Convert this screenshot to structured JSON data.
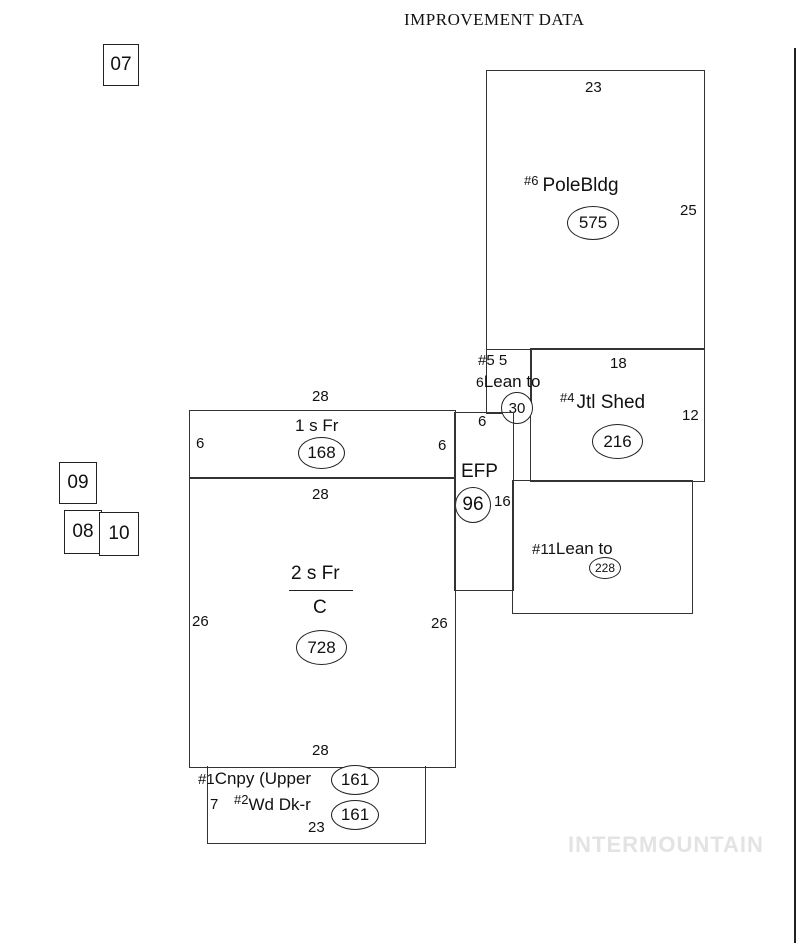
{
  "title": "IMPROVEMENT DATA",
  "tags": {
    "t07": "07",
    "t09": "09",
    "t08": "08",
    "t10": "10"
  },
  "pole_bldg": {
    "num": "#6",
    "label": "PoleBldg",
    "area": "575",
    "dim_top": "23",
    "dim_right": "25"
  },
  "lean_to_5": {
    "num": "#5",
    "dim_a": "5",
    "dim_b": "6",
    "label": "Lean to",
    "area": "30",
    "dim_c": "6"
  },
  "util_shed": {
    "num": "#4",
    "label": "Jtl Shed",
    "area": "216",
    "dim_top": "18",
    "dim_right": "12"
  },
  "one_story": {
    "label": "1 s Fr",
    "area": "168",
    "dim_top": "28",
    "dim_left": "6",
    "dim_right": "6"
  },
  "efp": {
    "label": "EFP",
    "area": "96",
    "dim_right": "16"
  },
  "lean_to_11": {
    "num": "#11",
    "label": "Lean to",
    "area": "228"
  },
  "two_story": {
    "label": "2 s Fr",
    "sublabel": "C",
    "area": "728",
    "dim_top": "28",
    "dim_left": "26",
    "dim_right": "26",
    "dim_bottom": "28"
  },
  "canopy": {
    "num": "#1",
    "label": "Cnpy (Upper",
    "area": "161"
  },
  "wood_deck": {
    "num": "#2",
    "label": "Wd Dk-r",
    "area": "161",
    "dim_left": "7",
    "dim_bottom": "23"
  },
  "watermark": "INTERMOUNTAIN"
}
